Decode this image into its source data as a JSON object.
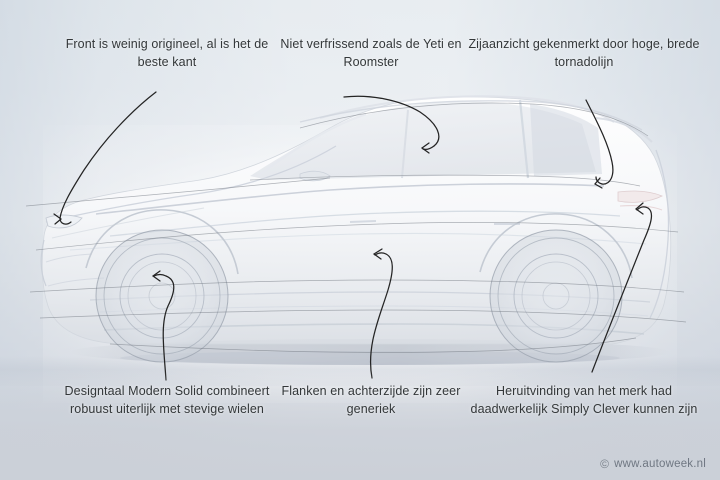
{
  "image": {
    "subject": "Skoda SUV side-view design sketch",
    "background_color_top": "#dde4ea",
    "background_color_bottom": "#cbd0d8",
    "text_color": "#333739",
    "sketch_line_color": "#2b2b2b"
  },
  "callouts": {
    "top_left": {
      "text": "Front is weinig origineel, al is het de beste kant",
      "pointer": "front-headlight"
    },
    "top_center": {
      "text": "Niet verfrissend zoals de Yeti en Roomster",
      "pointer": "roofline-windscreen"
    },
    "top_right": {
      "text": "Zijaanzicht gekenmerkt door hoge, brede tornadolijn",
      "pointer": "tornado-line-rear-quarter"
    },
    "bottom_left": {
      "text": "Designtaal Modern Solid combineert robuust uiterlijk met stevige wielen",
      "pointer": "front-wheel"
    },
    "bottom_center": {
      "text": "Flanken en achterzijde zijn zeer generiek",
      "pointer": "flank-door-crease"
    },
    "bottom_right": {
      "text": "Heruitvinding van het merk had daadwerkelijk Simply Clever kunnen zijn",
      "pointer": "rear-tail-light"
    }
  },
  "watermark": {
    "symbol": "©",
    "text": "www.autoweek.nl"
  }
}
